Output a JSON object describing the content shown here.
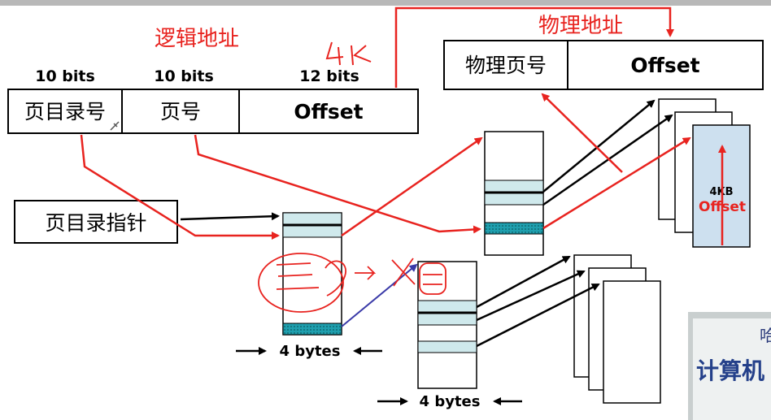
{
  "logical_address": {
    "title": "逻辑地址",
    "handwritten_note": "4K",
    "field_bits": [
      "10 bits",
      "10 bits",
      "12 bits"
    ],
    "fields": [
      "页目录号",
      "页号",
      "Offset"
    ]
  },
  "physical_address": {
    "title": "物理地址",
    "fields": [
      "物理页号",
      "Offset"
    ]
  },
  "page_directory_pointer": {
    "label": "页目录指针"
  },
  "page_directory": {
    "width_label": "4 bytes"
  },
  "page_table": {
    "width_label": "4 bytes"
  },
  "page_frame": {
    "size_label": "4KB",
    "offset_label": "Offset"
  },
  "video_overlay": {
    "text_top": "哈",
    "text_main": "计算机"
  },
  "colors": {
    "red": "#e8231f",
    "teal": "#cfe9ec",
    "dark_teal": "#1f9fae",
    "page_blue": "#cde0ef",
    "annotation_blue": "#3a3aa8"
  }
}
